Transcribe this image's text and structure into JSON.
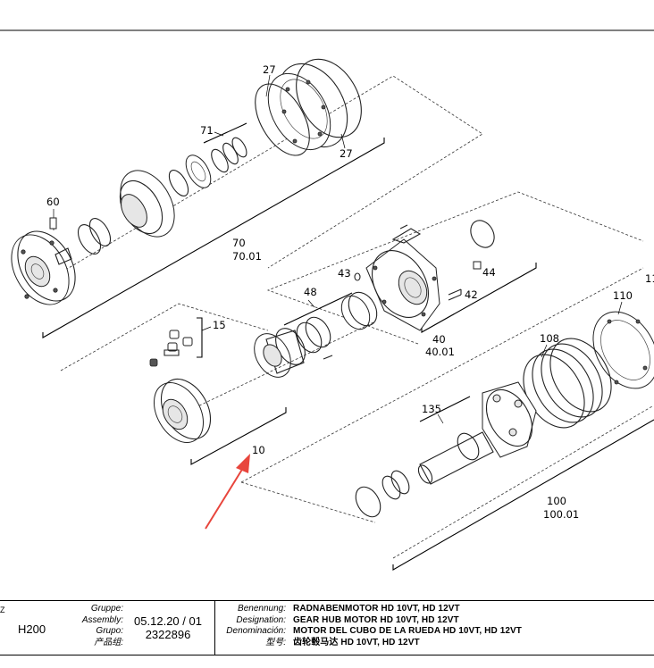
{
  "diagram": {
    "callouts": [
      {
        "id": "c27a",
        "text": "27"
      },
      {
        "id": "c27b",
        "text": "27"
      },
      {
        "id": "c71",
        "text": "71"
      },
      {
        "id": "c60",
        "text": "60"
      },
      {
        "id": "c70",
        "text": "70"
      },
      {
        "id": "c7001",
        "text": "70.01"
      },
      {
        "id": "c43",
        "text": "43"
      },
      {
        "id": "c44",
        "text": "44"
      },
      {
        "id": "c42",
        "text": "42"
      },
      {
        "id": "c48",
        "text": "48"
      },
      {
        "id": "c40",
        "text": "40"
      },
      {
        "id": "c4001",
        "text": "40.01"
      },
      {
        "id": "c15",
        "text": "15"
      },
      {
        "id": "c110",
        "text": "110"
      },
      {
        "id": "c11x",
        "text": "11"
      },
      {
        "id": "c108",
        "text": "108"
      },
      {
        "id": "c135",
        "text": "135"
      },
      {
        "id": "c10",
        "text": "10"
      },
      {
        "id": "c100",
        "text": "100"
      },
      {
        "id": "c10001",
        "text": "100.01"
      }
    ],
    "arrow_color": "#e8453c"
  },
  "title_block": {
    "edge_text": "ZE",
    "code": "H200",
    "labels_left": [
      "Gruppe:",
      "Assembly:",
      "Grupo:",
      "产品组:"
    ],
    "assembly_value": "05.12.20 / 01",
    "group_value": "2322896",
    "labels_right": [
      "Benennung:",
      "Designation:",
      "Denominación:",
      "型号:"
    ],
    "names": [
      "RADNABENMOTOR HD 10VT, HD 12VT",
      "GEAR HUB MOTOR HD 10VT, HD 12VT",
      "MOTOR DEL CUBO DE LA RUEDA HD 10VT, HD 12VT",
      "齿轮毂马达 HD 10VT, HD 12VT"
    ]
  }
}
